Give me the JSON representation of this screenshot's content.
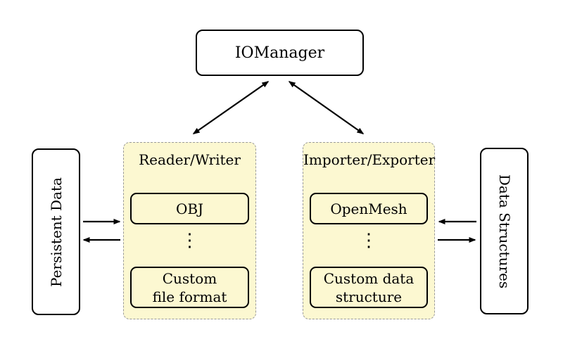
{
  "colors": {
    "background": "#ffffff",
    "group_fill": "#fcf8d1",
    "group_border": "#9a9a9a",
    "node_border": "#000000",
    "arrow": "#000000"
  },
  "nodes": {
    "iomanager": "IOManager",
    "persistent_data": "Persistent Data",
    "data_structures": "Data Structures"
  },
  "groups": {
    "reader_writer": {
      "title": "Reader/Writer",
      "items": {
        "first": "OBJ",
        "dots": "⋮",
        "last": "Custom\nfile format"
      }
    },
    "importer_exporter": {
      "title": "Importer/Exporter",
      "items": {
        "first": "OpenMesh",
        "dots": "⋮",
        "last": "Custom data\nstructure"
      }
    }
  }
}
